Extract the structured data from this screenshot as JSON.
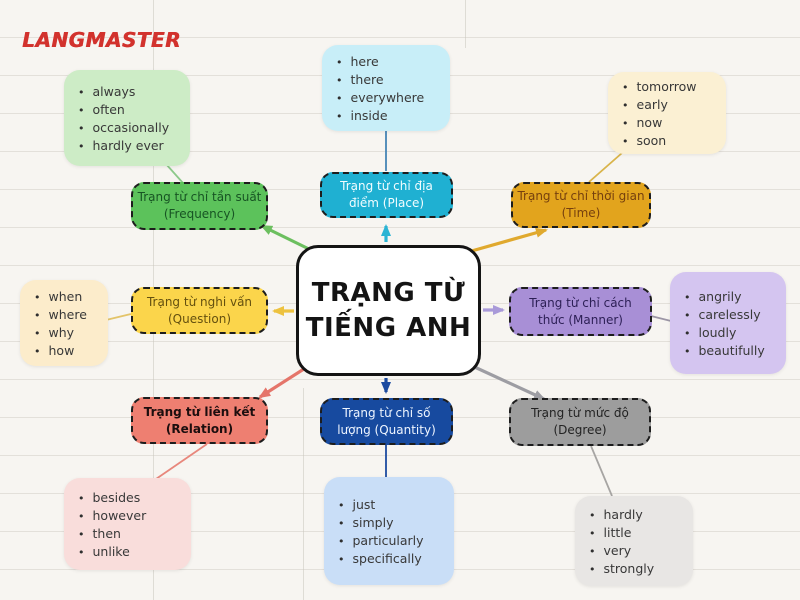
{
  "brand": {
    "logo_text": "LANGMASTER",
    "logo_color": "#d2322d"
  },
  "center_node": {
    "title_lines": [
      "TRẠNG TỪ",
      "TIẾNG ANH"
    ]
  },
  "branches": {
    "frequency": {
      "label_lines": [
        "Trạng từ chỉ tần suất",
        "(Frequency)"
      ],
      "items": [
        "always",
        "often",
        "occasionally",
        "hardly ever"
      ],
      "label_bg": "#5cc25b",
      "list_bg": "#cdecc6",
      "arrow_color": "#6cbf5f"
    },
    "place": {
      "label_lines": [
        "Trạng từ chỉ địa",
        "điểm (Place)"
      ],
      "items": [
        "here",
        "there",
        "everywhere",
        "inside"
      ],
      "label_bg": "#1fb0d2",
      "list_bg": "#c8eef8",
      "arrow_color": "#2ab4d4"
    },
    "time": {
      "label_lines": [
        "Trạng từ chỉ thời gian",
        "(Time)"
      ],
      "items": [
        "tomorrow",
        "early",
        "now",
        "soon"
      ],
      "label_bg": "#e2a41d",
      "list_bg": "#fbf0d3",
      "arrow_color": "#e0a92e"
    },
    "question": {
      "label_lines": [
        "Trạng từ nghi vấn",
        "(Question)"
      ],
      "items": [
        "when",
        "where",
        "why",
        "how"
      ],
      "label_bg": "#fbd54b",
      "list_bg": "#fceccb",
      "arrow_color": "#edc23f"
    },
    "manner": {
      "label_lines": [
        "Trạng từ chỉ cách",
        "thức (Manner)"
      ],
      "items": [
        "angrily",
        "carelessly",
        "loudly",
        "beautifully"
      ],
      "label_bg": "#a88fd6",
      "list_bg": "#d4c5f0",
      "arrow_color": "#a99ad9"
    },
    "relation": {
      "label_lines": [
        "Trạng từ liên kết",
        "(Relation)"
      ],
      "items": [
        "besides",
        "however",
        "then",
        "unlike"
      ],
      "label_bg": "#ee7f71",
      "list_bg": "#f9dddb",
      "arrow_color": "#e5756a"
    },
    "quantity": {
      "label_lines": [
        "Trạng từ chỉ số",
        "lượng (Quantity)"
      ],
      "items": [
        "just",
        "simply",
        "particularly",
        "specifically"
      ],
      "label_bg": "#174a9f",
      "list_bg": "#c9def7",
      "arrow_color": "#1c4ba0"
    },
    "degree": {
      "label_lines": [
        "Trạng từ mức độ",
        "(Degree)"
      ],
      "items": [
        "hardly",
        "little",
        "very",
        "strongly"
      ],
      "label_bg": "#9d9d9d",
      "list_bg": "#e8e6e4",
      "arrow_color": "#9d9da3"
    }
  }
}
